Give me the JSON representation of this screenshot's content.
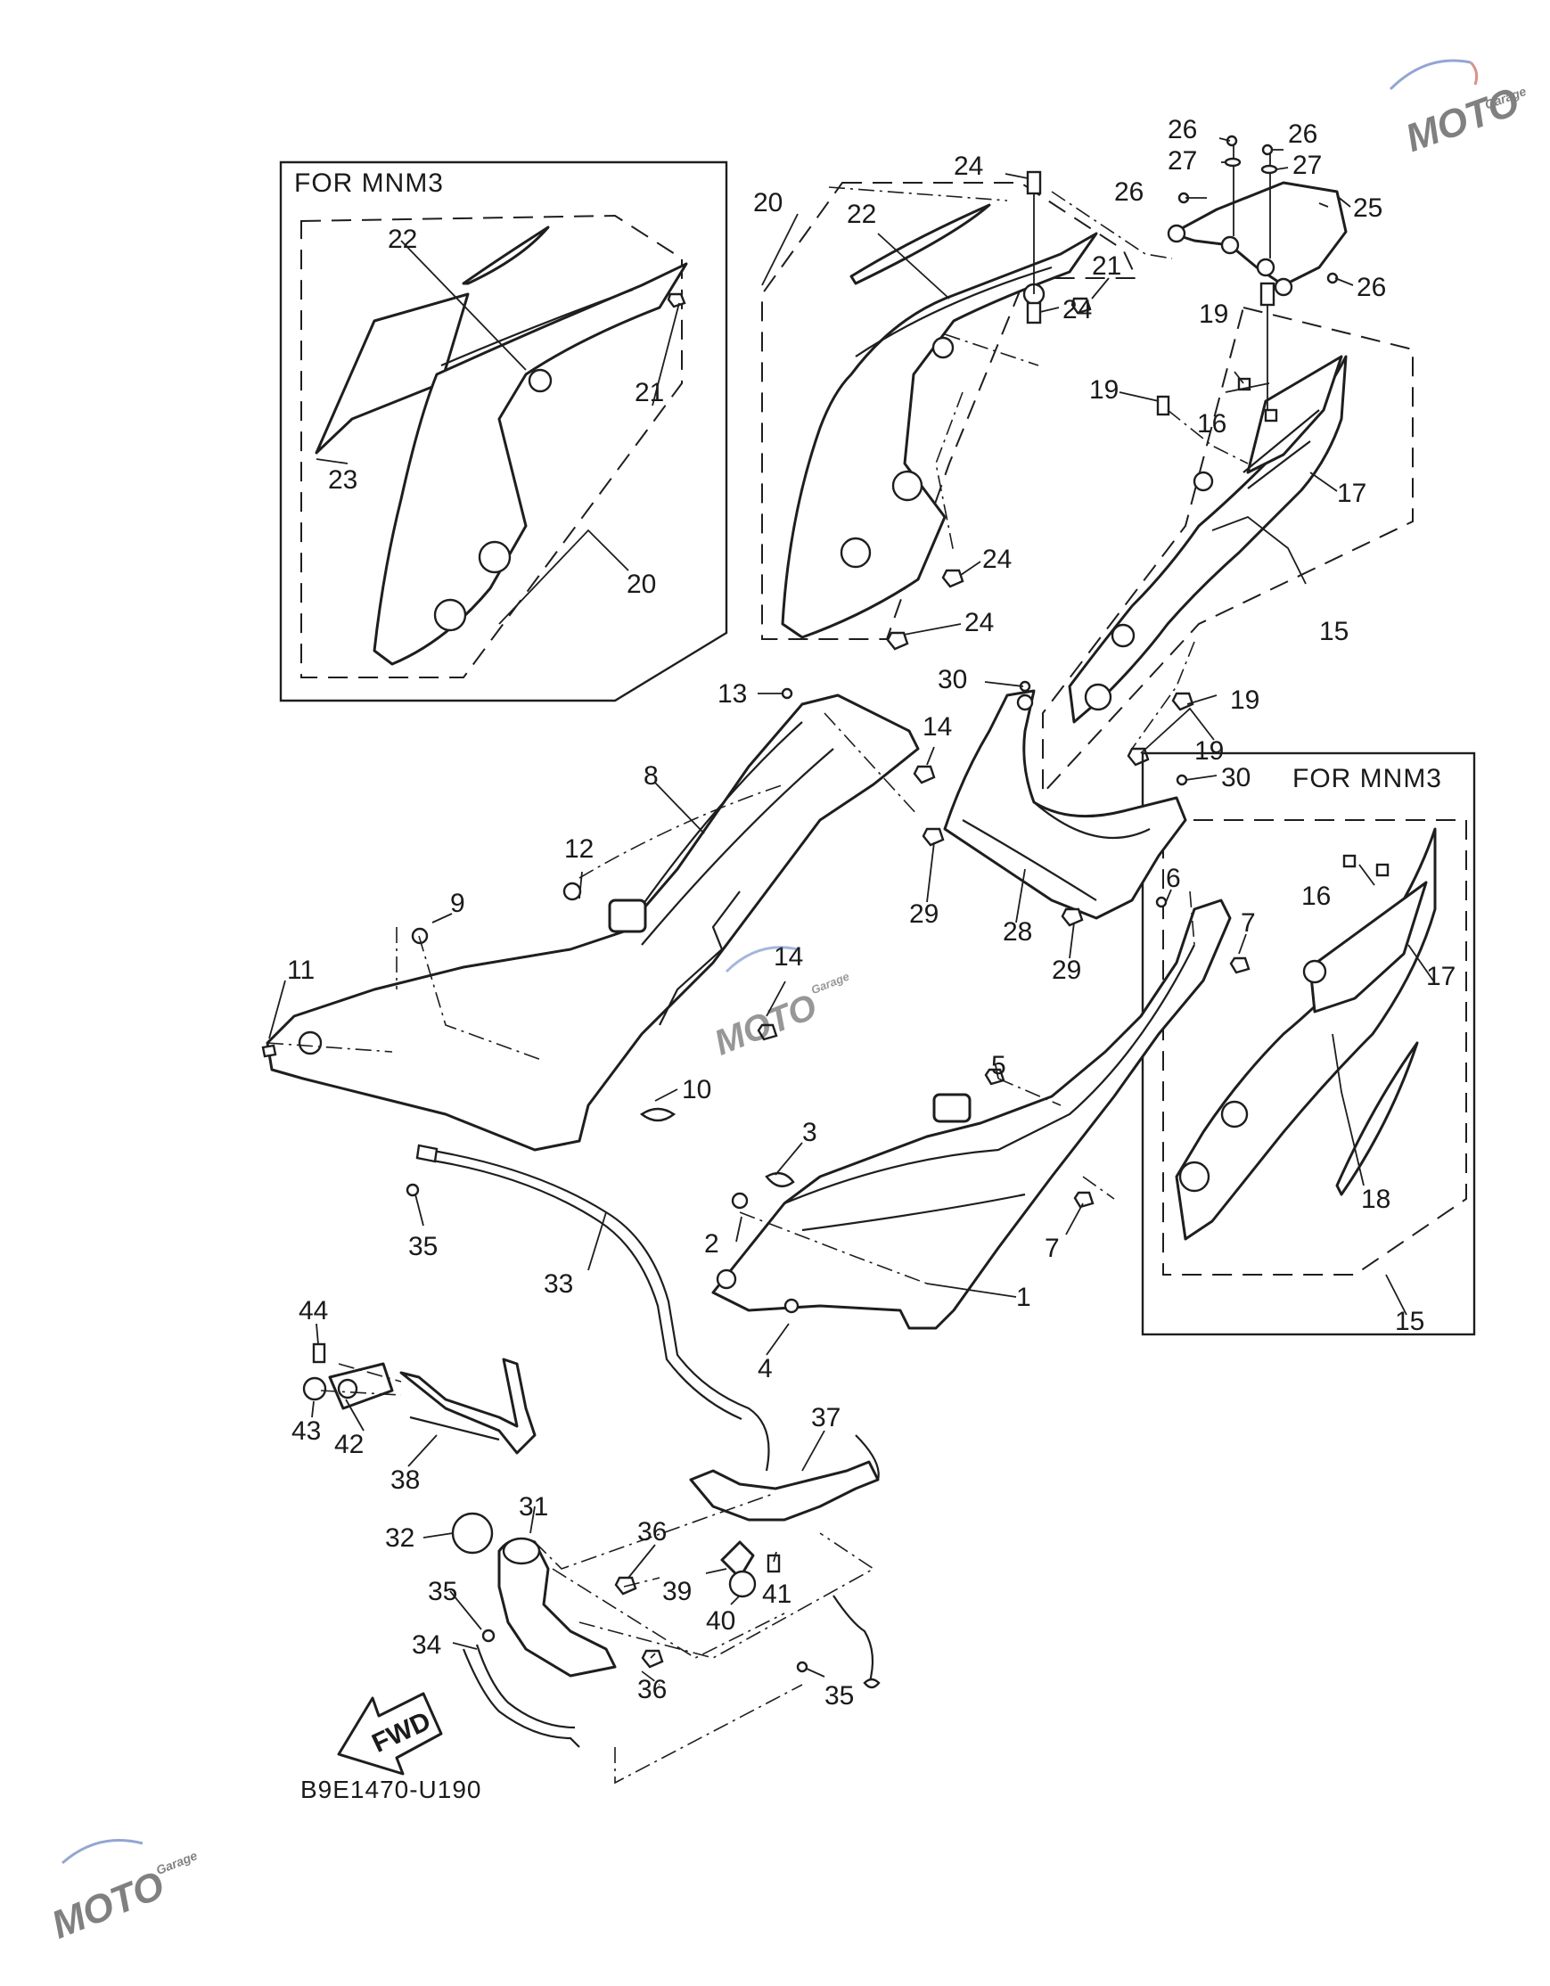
{
  "diagram": {
    "drawing_code": "B9E1470-U190",
    "boxes": [
      {
        "id": "box-left",
        "title": "FOR MNM3"
      },
      {
        "id": "box-right",
        "title": "FOR MNM3"
      }
    ],
    "fwd_label": "FWD",
    "watermark": {
      "text": "MOTO",
      "tag": "Garage"
    },
    "callouts": [
      {
        "n": "1"
      },
      {
        "n": "2"
      },
      {
        "n": "3"
      },
      {
        "n": "4"
      },
      {
        "n": "5"
      },
      {
        "n": "6"
      },
      {
        "n": "7"
      },
      {
        "n": "7"
      },
      {
        "n": "8"
      },
      {
        "n": "9"
      },
      {
        "n": "10"
      },
      {
        "n": "11"
      },
      {
        "n": "12"
      },
      {
        "n": "13"
      },
      {
        "n": "14"
      },
      {
        "n": "14"
      },
      {
        "n": "15"
      },
      {
        "n": "15"
      },
      {
        "n": "16"
      },
      {
        "n": "16"
      },
      {
        "n": "17"
      },
      {
        "n": "17"
      },
      {
        "n": "18"
      },
      {
        "n": "19"
      },
      {
        "n": "19"
      },
      {
        "n": "19"
      },
      {
        "n": "19"
      },
      {
        "n": "20"
      },
      {
        "n": "20"
      },
      {
        "n": "21"
      },
      {
        "n": "21"
      },
      {
        "n": "22"
      },
      {
        "n": "22"
      },
      {
        "n": "23"
      },
      {
        "n": "24"
      },
      {
        "n": "24"
      },
      {
        "n": "24"
      },
      {
        "n": "24"
      },
      {
        "n": "25"
      },
      {
        "n": "26"
      },
      {
        "n": "26"
      },
      {
        "n": "26"
      },
      {
        "n": "26"
      },
      {
        "n": "27"
      },
      {
        "n": "27"
      },
      {
        "n": "28"
      },
      {
        "n": "29"
      },
      {
        "n": "29"
      },
      {
        "n": "30"
      },
      {
        "n": "30"
      },
      {
        "n": "31"
      },
      {
        "n": "32"
      },
      {
        "n": "33"
      },
      {
        "n": "34"
      },
      {
        "n": "35"
      },
      {
        "n": "35"
      },
      {
        "n": "35"
      },
      {
        "n": "36"
      },
      {
        "n": "36"
      },
      {
        "n": "37"
      },
      {
        "n": "38"
      },
      {
        "n": "39"
      },
      {
        "n": "40"
      },
      {
        "n": "41"
      },
      {
        "n": "42"
      },
      {
        "n": "43"
      },
      {
        "n": "44"
      }
    ]
  }
}
